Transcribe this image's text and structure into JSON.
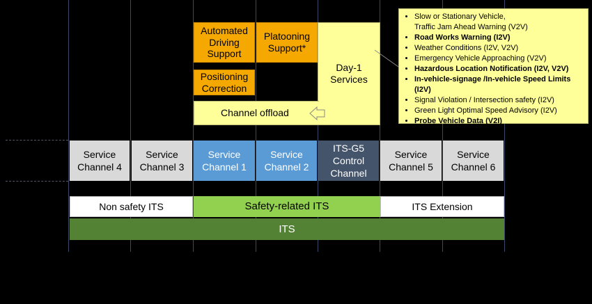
{
  "services": {
    "automated_driving": "Automated Driving Support",
    "platooning": "Platooning Support*",
    "positioning": "Positioning Correction",
    "day1": "Day-1 Services",
    "channel_offload": "Channel offload"
  },
  "channels": [
    {
      "line1": "Service",
      "line2": "Channel 4"
    },
    {
      "line1": "Service",
      "line2": "Channel 3"
    },
    {
      "line1": "Service",
      "line2": "Channel 1"
    },
    {
      "line1": "Service",
      "line2": "Channel 2"
    },
    {
      "line1": "ITS-G5",
      "line2": "Control",
      "line3": "Channel"
    },
    {
      "line1": "Service",
      "line2": "Channel 5"
    },
    {
      "line1": "Service",
      "line2": "Channel 6"
    }
  ],
  "bars": {
    "non_safety": "Non safety ITS",
    "safety": "Safety-related ITS",
    "extension": "ITS Extension",
    "its": "ITS"
  },
  "day1_list": [
    {
      "text": "Slow or Stationary Vehicle,",
      "text2": "Traffic Jam Ahead Warning (V2V)",
      "bold": false
    },
    {
      "text": "Road Works Warning (I2V)",
      "bold": true
    },
    {
      "text": "Weather Conditions (I2V, V2V)",
      "bold": false
    },
    {
      "text": "Emergency Vehicle Approaching (V2V)",
      "bold": false
    },
    {
      "text": "Hazardous Location Notification (I2V, V2V)",
      "bold": true
    },
    {
      "text": "In-vehicle-signage /In-vehicle Speed Limits (I2V)",
      "bold": true
    },
    {
      "text": "Signal Violation / Intersection safety (I2V)",
      "bold": false
    },
    {
      "text": "Green Light Optimal Speed Advisory (I2V)",
      "bold": false
    },
    {
      "text": "Probe Vehicle Data (V2I)",
      "bold": true
    }
  ],
  "colors": {
    "orange": "#f5a800",
    "yellow": "#ffff99",
    "grey": "#d9d9d9",
    "blue": "#5b9bd5",
    "navy": "#44546a",
    "light_green": "#92d050",
    "dark_green": "#548235"
  }
}
